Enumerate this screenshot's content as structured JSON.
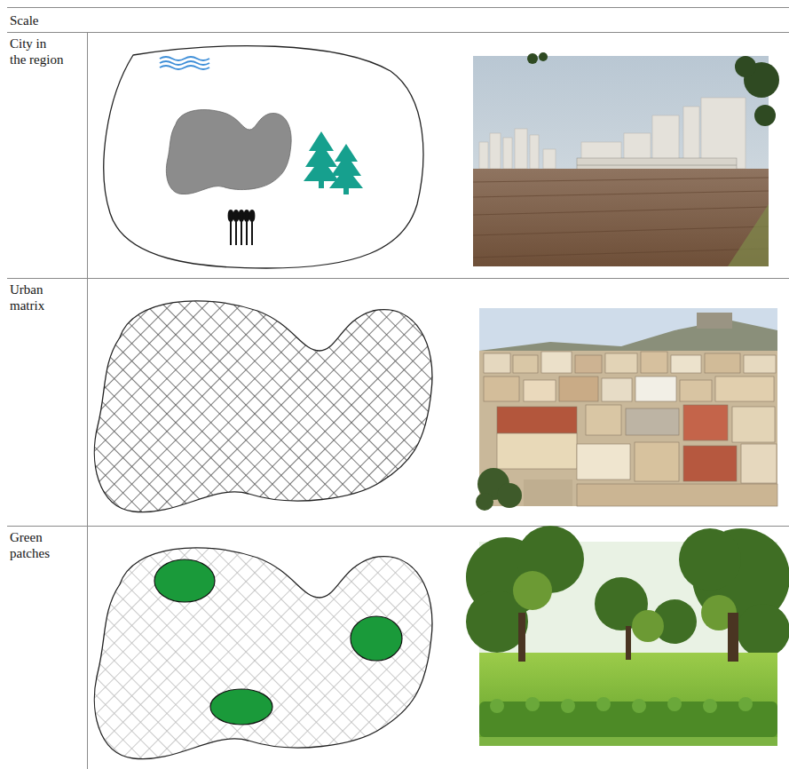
{
  "diagram": {
    "labels": [
      "Scale",
      "City in the region",
      "Urban matrix",
      "Green patches"
    ]
  }
}
